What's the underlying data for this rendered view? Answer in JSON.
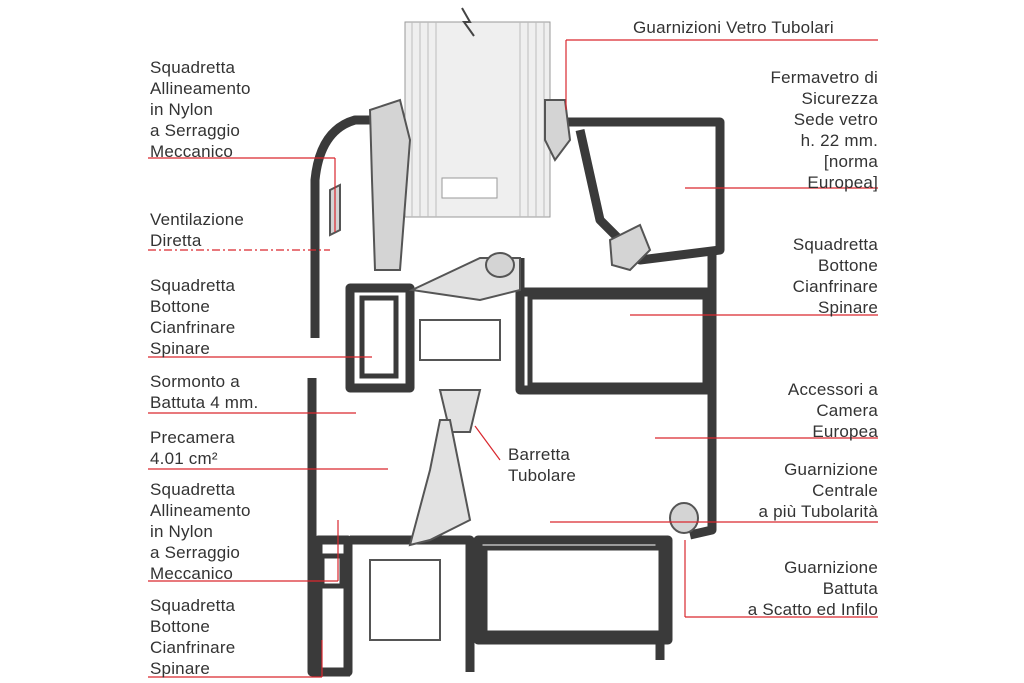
{
  "colors": {
    "profile": "#3a3a3a",
    "leader_line": "#d9272e",
    "label_text": "#333333",
    "glass": "#e8e8e8",
    "gasket": "#d9d9d9"
  },
  "labels": {
    "guarnizioni_vetro": "Guarnizioni Vetro Tubolari",
    "fermavetro": "Fermavetro di\nSicurezza\nSede vetro\nh. 22 mm.\n[norma\nEuropea]",
    "squadretta_bottone_right": "Squadretta\nBottone\nCianfrinare\nSpinare",
    "accessori": "Accessori a\nCamera\nEuropea",
    "guarnizione_centrale": "Guarnizione\nCentrale\na più Tubolarità",
    "guarnizione_battuta": "Guarnizione\nBattuta\na Scatto ed Infilo",
    "squadretta_nylon_top": "Squadretta\nAllineamento\nin Nylon\na Serraggio\nMeccanico",
    "ventilazione": "Ventilazione\nDiretta",
    "squadretta_bottone_left_top": "Squadretta\nBottone\nCianfrinare\nSpinare",
    "sormonto": "Sormonto a\nBattuta 4 mm.",
    "precamera": "Precamera",
    "precamera_value": "4.01 cm²",
    "squadretta_nylon_bottom": "Squadretta\nAllineamento\nin Nylon\na Serraggio\nMeccanico",
    "squadretta_bottone_left_bottom": "Squadretta\nBottone\nCianfrinare\nSpinare",
    "barretta": "Barretta\nTubolare"
  }
}
